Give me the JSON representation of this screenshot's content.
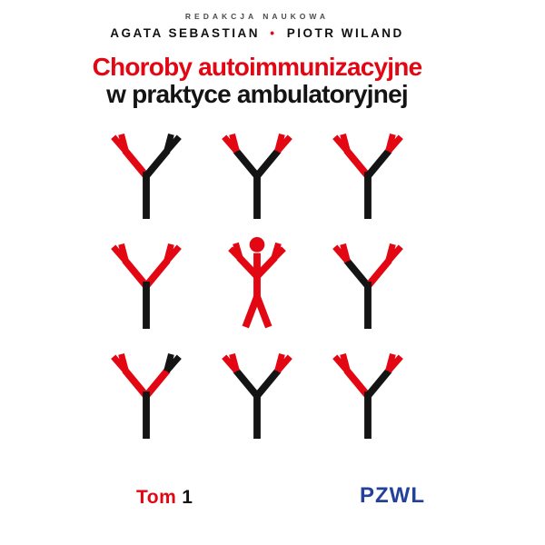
{
  "header": {
    "kicker": "REDAKCJA NAUKOWA",
    "editor1": "AGATA SEBASTIAN",
    "separator": "•",
    "editor2": "PIOTR WILAND"
  },
  "title": {
    "line1": "Choroby autoimmunizacyjne",
    "line2": "w praktyce ambulatoryjnej"
  },
  "colors": {
    "red": "#e30613",
    "black": "#141414",
    "publisher_blue": "#23419b",
    "kicker_gray": "#4b4b4b"
  },
  "antibody_grid": {
    "rows": 3,
    "cols": 3,
    "cells": [
      {
        "type": "antibody",
        "stem": "black",
        "left_arm": "red",
        "left_tips": "red",
        "right_arm": "black",
        "right_tips": "black"
      },
      {
        "type": "antibody",
        "stem": "black",
        "left_arm": "black",
        "left_tips": "red",
        "right_arm": "black",
        "right_tips": "red"
      },
      {
        "type": "antibody",
        "stem": "black",
        "left_arm": "red",
        "left_tips": "red",
        "right_arm": "black",
        "right_tips": "red"
      },
      {
        "type": "antibody",
        "stem": "black",
        "left_arm": "red",
        "left_tips": "red",
        "right_arm": "red",
        "right_tips": "red"
      },
      {
        "type": "person"
      },
      {
        "type": "antibody",
        "stem": "black",
        "left_arm": "black",
        "left_tips": "red",
        "right_arm": "red",
        "right_tips": "red"
      },
      {
        "type": "antibody",
        "stem": "black",
        "left_arm": "red",
        "left_tips": "red",
        "right_arm": "red",
        "right_tips": "black"
      },
      {
        "type": "antibody",
        "stem": "black",
        "left_arm": "black",
        "left_tips": "red",
        "right_arm": "black",
        "right_tips": "red"
      },
      {
        "type": "antibody",
        "stem": "black",
        "left_arm": "red",
        "left_tips": "red",
        "right_arm": "black",
        "right_tips": "red"
      }
    ]
  },
  "footer": {
    "volume_word": "Tom",
    "volume_number": "1",
    "publisher": "PZWL"
  }
}
